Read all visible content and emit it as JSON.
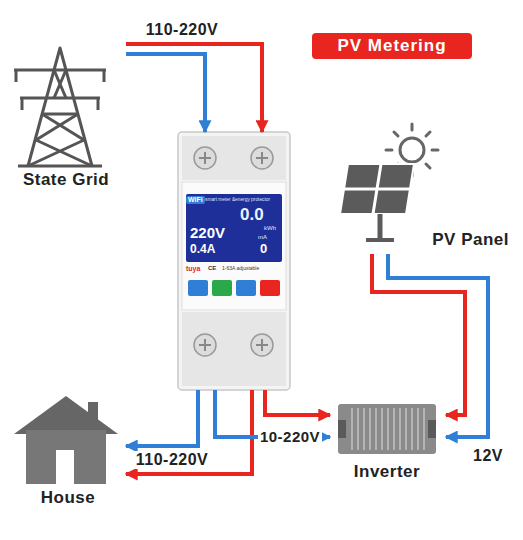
{
  "diagram": {
    "title": "PV Metering",
    "nodes": [
      {
        "text": [
          "State Grid"
        ]
      },
      {
        "text": [
          "WiFi",
          "smart meter &energy protector",
          "0.0",
          "kWh",
          "220V",
          "mA",
          "0.4A",
          "0",
          "tuya",
          "CE",
          "1-63A adjustable"
        ]
      },
      {
        "text": [
          "PV Panel"
        ]
      },
      {
        "text": [
          "House"
        ]
      },
      {
        "text": [
          "Inverter"
        ]
      }
    ],
    "edges": [
      {
        "from": 0,
        "to": 1,
        "arrow": "to",
        "label": "110-220V"
      },
      {
        "from": 1,
        "to": 3,
        "arrow": "to",
        "label": "110-220V"
      },
      {
        "from": 1,
        "to": 4,
        "arrow": "to",
        "label": "10-220V"
      },
      {
        "from": 2,
        "to": 4,
        "arrow": "to",
        "label": "12V"
      }
    ]
  }
}
